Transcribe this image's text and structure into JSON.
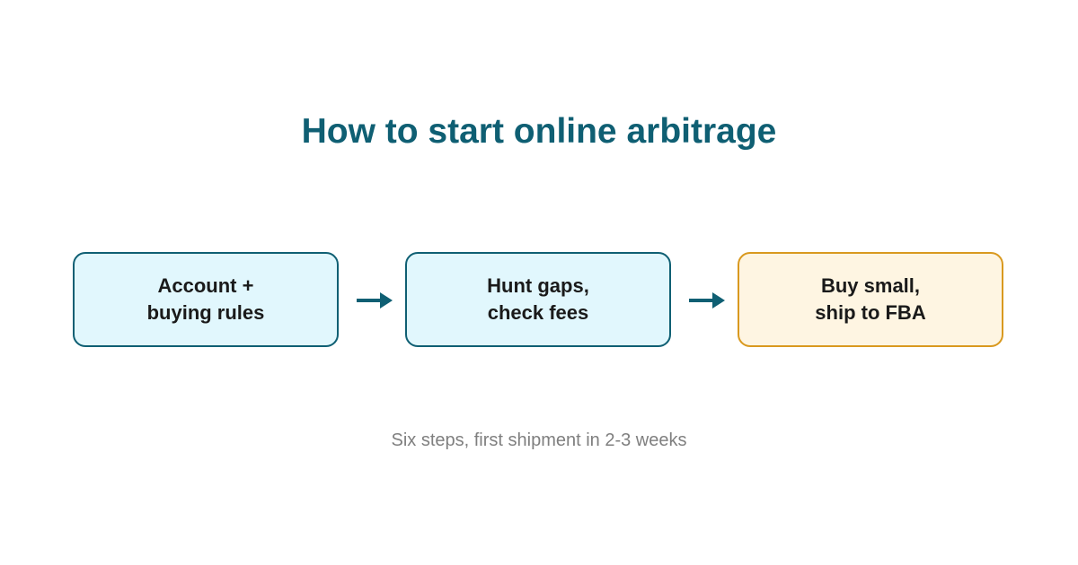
{
  "title": "How to start online arbitrage",
  "steps": [
    {
      "line1": "Account +",
      "line2": "buying rules",
      "style": "teal"
    },
    {
      "line1": "Hunt gaps,",
      "line2": "check fees",
      "style": "teal"
    },
    {
      "line1": "Buy small,",
      "line2": "ship to FBA",
      "style": "amber"
    }
  ],
  "connectors": [
    {
      "icon": "right-arrow-icon"
    },
    {
      "icon": "right-arrow-icon"
    }
  ],
  "footnote": "Six steps, first shipment in 2-3 weeks",
  "colors": {
    "title": "#0f5f73",
    "teal_border": "#0f5f73",
    "teal_fill": "#e1f7fd",
    "amber_border": "#d9991f",
    "amber_fill": "#fef5e2",
    "arrow": "#0f5f73",
    "footnote": "#7f7f7f"
  }
}
